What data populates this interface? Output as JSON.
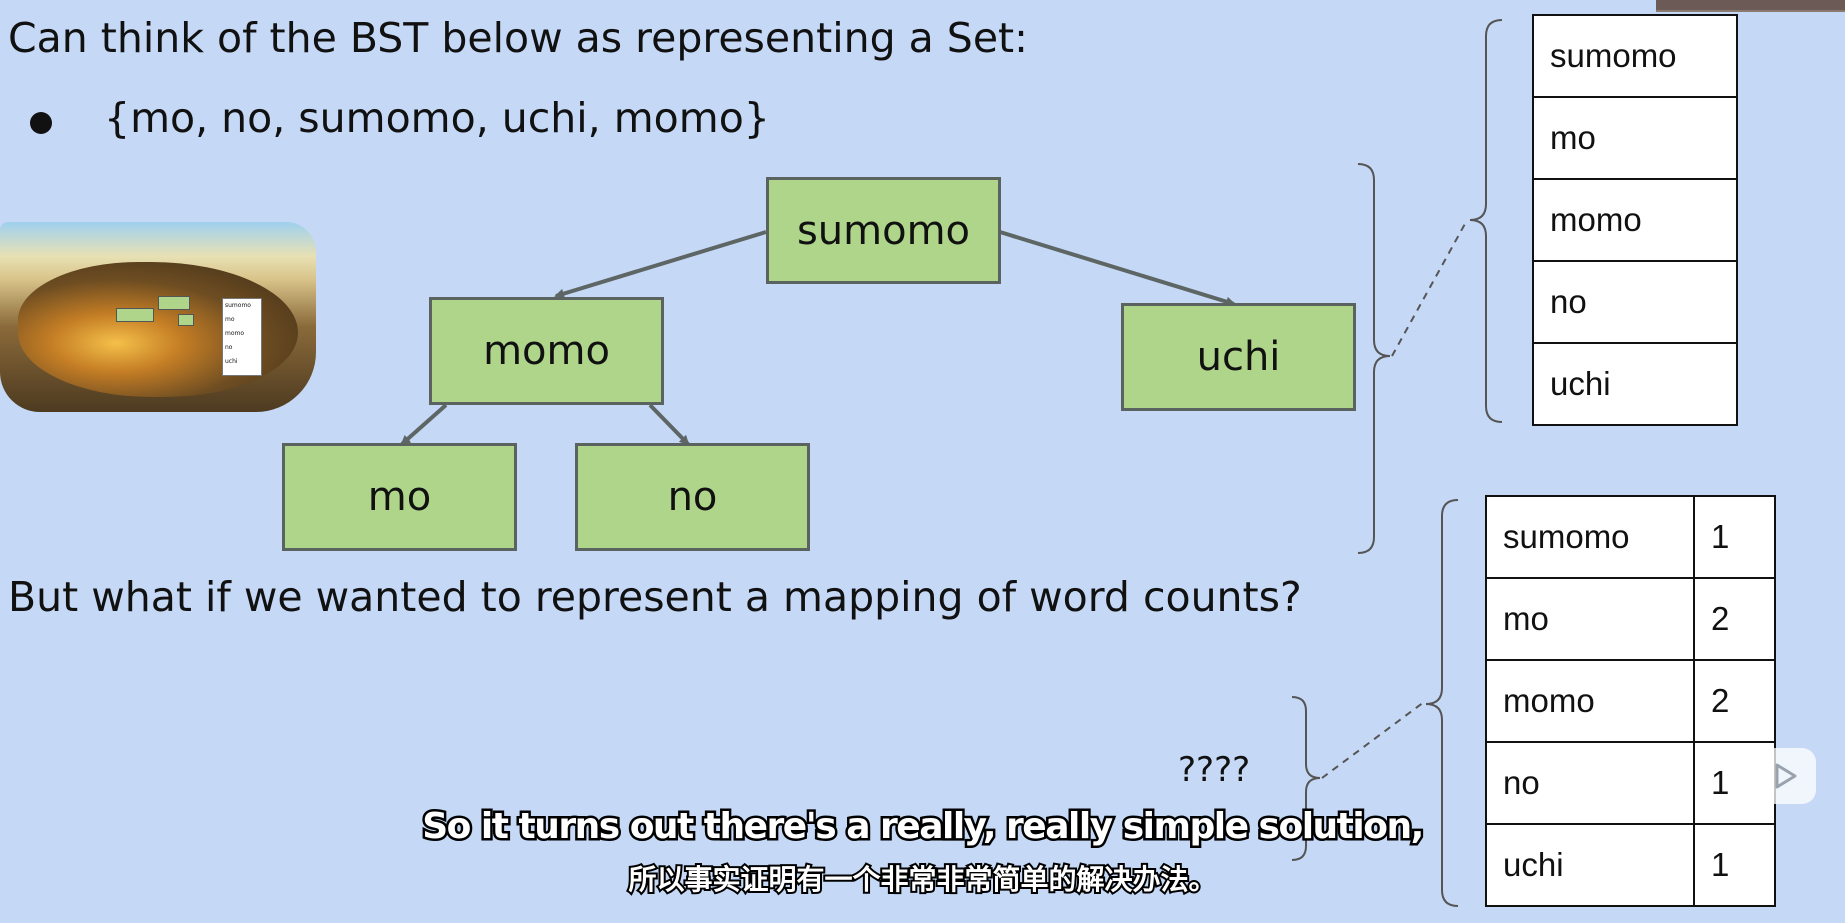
{
  "slide": {
    "line1": "Can think of the BST below as representing a Set:",
    "bullet": "{mo, no, sumomo, uchi, momo}",
    "line2": "But what if we wanted to represent a mapping of word counts?",
    "question": "????"
  },
  "tree": {
    "root": "sumomo",
    "left": "momo",
    "right": "uchi",
    "left_left": "mo",
    "left_right": "no"
  },
  "set_table": [
    "sumomo",
    "mo",
    "momo",
    "no",
    "uchi"
  ],
  "map_table": [
    {
      "key": "sumomo",
      "value": "1"
    },
    {
      "key": "mo",
      "value": "2"
    },
    {
      "key": "momo",
      "value": "2"
    },
    {
      "key": "no",
      "value": "1"
    },
    {
      "key": "uchi",
      "value": "1"
    }
  ],
  "cave_thumbnail": {
    "list": [
      "sumomo",
      "mo",
      "momo",
      "no",
      "uchi"
    ]
  },
  "subtitles": {
    "en": "So it turns out there's a really, really simple solution,",
    "zh": "所以事实证明有一个非常非常简单的解决办法。"
  },
  "colors": {
    "background": "#c5d9f7",
    "node_fill": "#aed58a",
    "node_border": "#5a6360"
  },
  "icons": {
    "play": "play-icon",
    "bullet": "bullet-icon"
  }
}
